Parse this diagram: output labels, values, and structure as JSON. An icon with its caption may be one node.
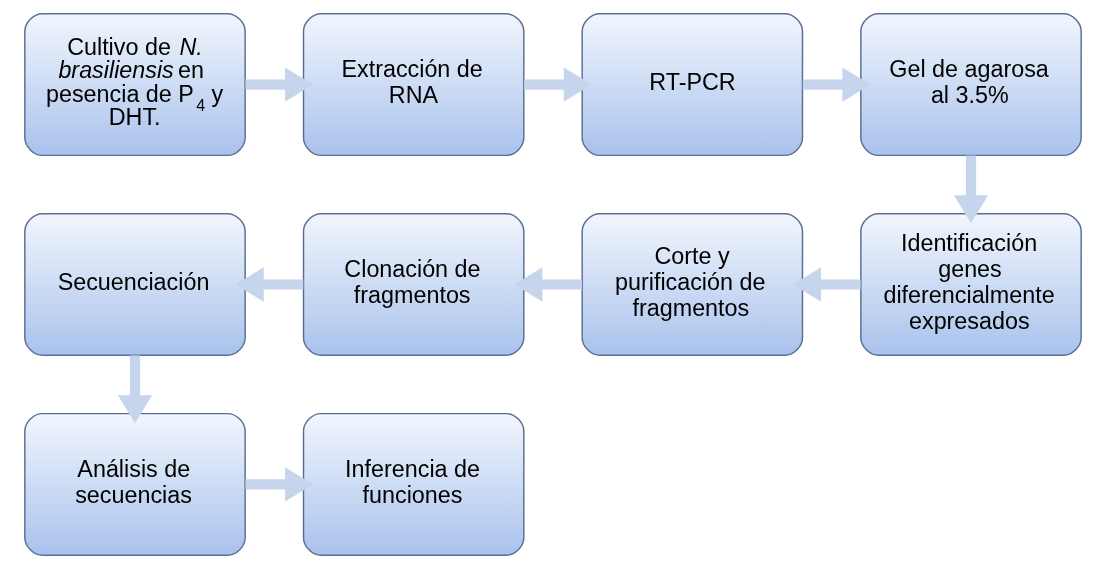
{
  "diagram": {
    "nodes": [
      {
        "text": [
          "Cultivo de *N. brasiliensis* en pesencia de P$_{4}$ y DHT."
        ]
      },
      {
        "text": [
          "Extracción de RNA"
        ]
      },
      {
        "text": [
          "RT-PCR"
        ]
      },
      {
        "text": [
          "Gel de agarosa al 3.5%"
        ]
      },
      {
        "text": [
          "Identificación genes diferencialmente expresados"
        ]
      },
      {
        "text": [
          "Corte y purificación de fragmentos"
        ]
      },
      {
        "text": [
          "Clonación de fragmentos"
        ]
      },
      {
        "text": [
          "Secuenciación"
        ]
      },
      {
        "text": [
          "Análisis de secuencias"
        ]
      },
      {
        "text": [
          "Inferencia de funciones"
        ]
      }
    ],
    "edges": [
      {
        "from": 0,
        "to": 1,
        "arrow": "to"
      },
      {
        "from": 1,
        "to": 2,
        "arrow": "to"
      },
      {
        "from": 2,
        "to": 3,
        "arrow": "to"
      },
      {
        "from": 3,
        "to": 4,
        "arrow": "to"
      },
      {
        "from": 4,
        "to": 5,
        "arrow": "to"
      },
      {
        "from": 5,
        "to": 6,
        "arrow": "to"
      },
      {
        "from": 6,
        "to": 7,
        "arrow": "to"
      },
      {
        "from": 7,
        "to": 8,
        "arrow": "to"
      },
      {
        "from": 8,
        "to": 9,
        "arrow": "to"
      }
    ]
  }
}
